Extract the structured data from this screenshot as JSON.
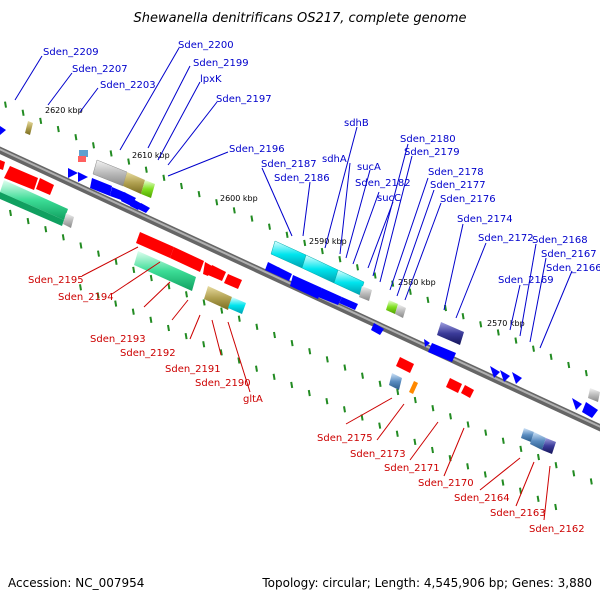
{
  "title": "Shewanella denitrificans OS217, complete genome",
  "footer": {
    "accession": "Accession: NC_007954",
    "topology": "Topology: circular; Length: 4,545,906 bp; Genes: 3,880"
  },
  "kbp_labels": [
    "2620 kbp",
    "2610 kbp",
    "2600 kbp",
    "2590 kbp",
    "2580 kbp",
    "2570 kbp"
  ],
  "top_labels": [
    "Sden_2209",
    "Sden_2207",
    "Sden_2203",
    "Sden_2200",
    "Sden_2199",
    "lpxK",
    "Sden_2197",
    "Sden_2196",
    "Sden_2187",
    "Sden_2186",
    "sdhB",
    "sdhA",
    "sucA",
    "Sden_2182",
    "sucC",
    "Sden_2180",
    "Sden_2179",
    "Sden_2178",
    "Sden_2177",
    "Sden_2176",
    "Sden_2174",
    "Sden_2172",
    "Sden_2168",
    "Sden_2167",
    "Sden_2166",
    "Sden_2169"
  ],
  "bottom_labels": [
    "Sden_2195",
    "Sden_2194",
    "Sden_2193",
    "Sden_2192",
    "Sden_2191",
    "Sden_2190",
    "gltA",
    "Sden_2175",
    "Sden_2173",
    "Sden_2171",
    "Sden_2170",
    "Sden_2164",
    "Sden_2163",
    "Sden_2162"
  ],
  "colors": {
    "top_label": "#0000cc",
    "bottom_label": "#cc0000",
    "backbone": "#808080",
    "tick": "#228b22",
    "forward_gene": "#0000ff",
    "reverse_gene": "#ff0000"
  }
}
